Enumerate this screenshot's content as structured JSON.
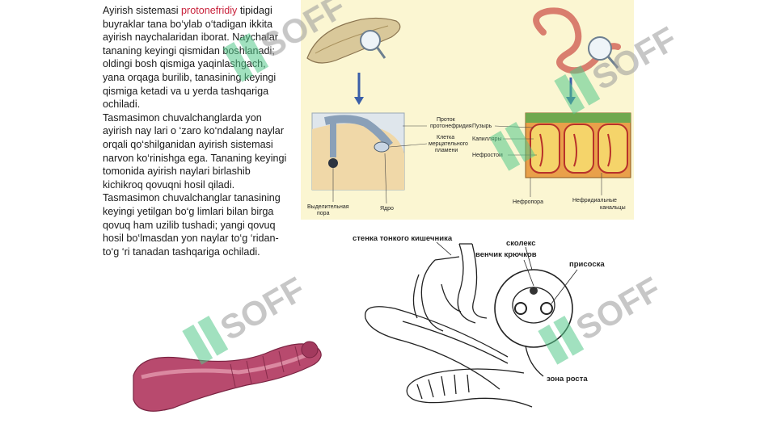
{
  "text": {
    "p1_a": "Ayirish sistemasi ",
    "p1_hl": "protonefridiy",
    "p1_b": " tipidagi buyraklar tana bo‘ylab o‘tadigan ikkita ayirish naychalaridan iborat. Naychalar tananing keyingi qismidan boshlanadi; oldingi bosh qismiga yaqinlashgach, yana orqaga burilib, tanasining keyingi qismiga ketadi va u yerda tashqariga ochiladi.",
    "p2": "Tasmasimon chuvalchanglarda yon ayirish nay lari o ‘zaro ko‘ndalang naylar orqali qo‘shilganidan ayirish sistemasi narvon ko‘rinishga ega. Tananing keyingi tomonida ayirish naylari birlashib kichikroq qovuqni hosil qiladi. Tasmasimon chuvalchanglar tanasining keyingi yetilgan bo‘g limlari bilan birga qovuq ham uzilib tushadi; yangi qovuq hosil bo‘lmasdan yon naylar to‘g ‘ridan-to‘g ‘ri tanadan tashqariga ochiladi."
  },
  "figure_top": {
    "labels": {
      "protok1": "Проток",
      "protok2": "протонефридия",
      "kletka1": "Клетка",
      "kletka2": "мерцательного",
      "kletka3": "пламени",
      "vyd1": "Выделительная",
      "vyd2": "пора",
      "yadro": "Ядро",
      "puzyr": "Пузырь",
      "kapillary": "Капилляры",
      "nefrostom": "Нефростом",
      "nefropora": "Нефропора",
      "nefr_kan1": "Нефридиальные",
      "nefr_kan2": "канальцы"
    }
  },
  "figure_bottom": {
    "labels": {
      "stenka": "стенка тонкого кишечника",
      "skoleks": "сколекс",
      "venchik": "венчик крючков",
      "prisoska": "присоска",
      "zona": "зона роста"
    }
  },
  "watermark": {
    "text": "SOFF"
  },
  "colors": {
    "highlight": "#c8203a",
    "figure_bg": "#fbf6d2",
    "arrow": "#3b5fa8",
    "watermark_green": "#55c98a",
    "watermark_gray": "#9a9a9a"
  }
}
